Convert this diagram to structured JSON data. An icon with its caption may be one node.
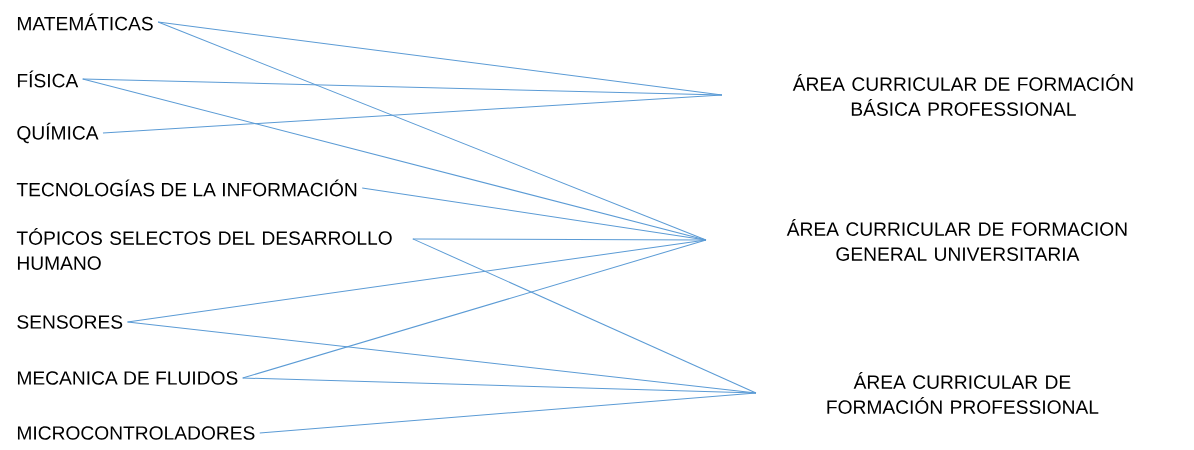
{
  "diagram": {
    "nodes": [
      {
        "text": [
          "MATEMÁTICAS"
        ]
      },
      {
        "text": [
          "FÍSICA"
        ]
      },
      {
        "text": [
          "QUÍMICA"
        ]
      },
      {
        "text": [
          "TECNOLOGÍAS DE LA INFORMACIÓN"
        ]
      },
      {
        "text": [
          "TÓPICOS SELECTOS DEL DESARROLLO HUMANO"
        ]
      },
      {
        "text": [
          "SENSORES"
        ]
      },
      {
        "text": [
          "MECANICA DE FLUIDOS"
        ]
      },
      {
        "text": [
          "MICROCONTROLADORES"
        ]
      },
      {
        "text": [
          "ÁREA CURRICULAR DE FORMACIÓN BÁSICA PROFESSIONAL"
        ]
      },
      {
        "text": [
          "ÁREA CURRICULAR DE FORMACION GENERAL UNIVERSITARIA"
        ]
      },
      {
        "text": [
          "ÁREA CURRICULAR DE FORMACIÓN PROFESSIONAL"
        ]
      }
    ],
    "edges": [
      {
        "from": 0,
        "to": 8,
        "arrow": "none"
      },
      {
        "from": 0,
        "to": 9,
        "arrow": "none"
      },
      {
        "from": 1,
        "to": 8,
        "arrow": "none"
      },
      {
        "from": 1,
        "to": 9,
        "arrow": "none"
      },
      {
        "from": 2,
        "to": 8,
        "arrow": "none"
      },
      {
        "from": 3,
        "to": 9,
        "arrow": "none"
      },
      {
        "from": 4,
        "to": 9,
        "arrow": "none"
      },
      {
        "from": 4,
        "to": 10,
        "arrow": "none"
      },
      {
        "from": 5,
        "to": 9,
        "arrow": "none"
      },
      {
        "from": 5,
        "to": 10,
        "arrow": "none"
      },
      {
        "from": 6,
        "to": 9,
        "arrow": "none"
      },
      {
        "from": 6,
        "to": 10,
        "arrow": "none"
      },
      {
        "from": 7,
        "to": 10,
        "arrow": "none"
      }
    ]
  }
}
